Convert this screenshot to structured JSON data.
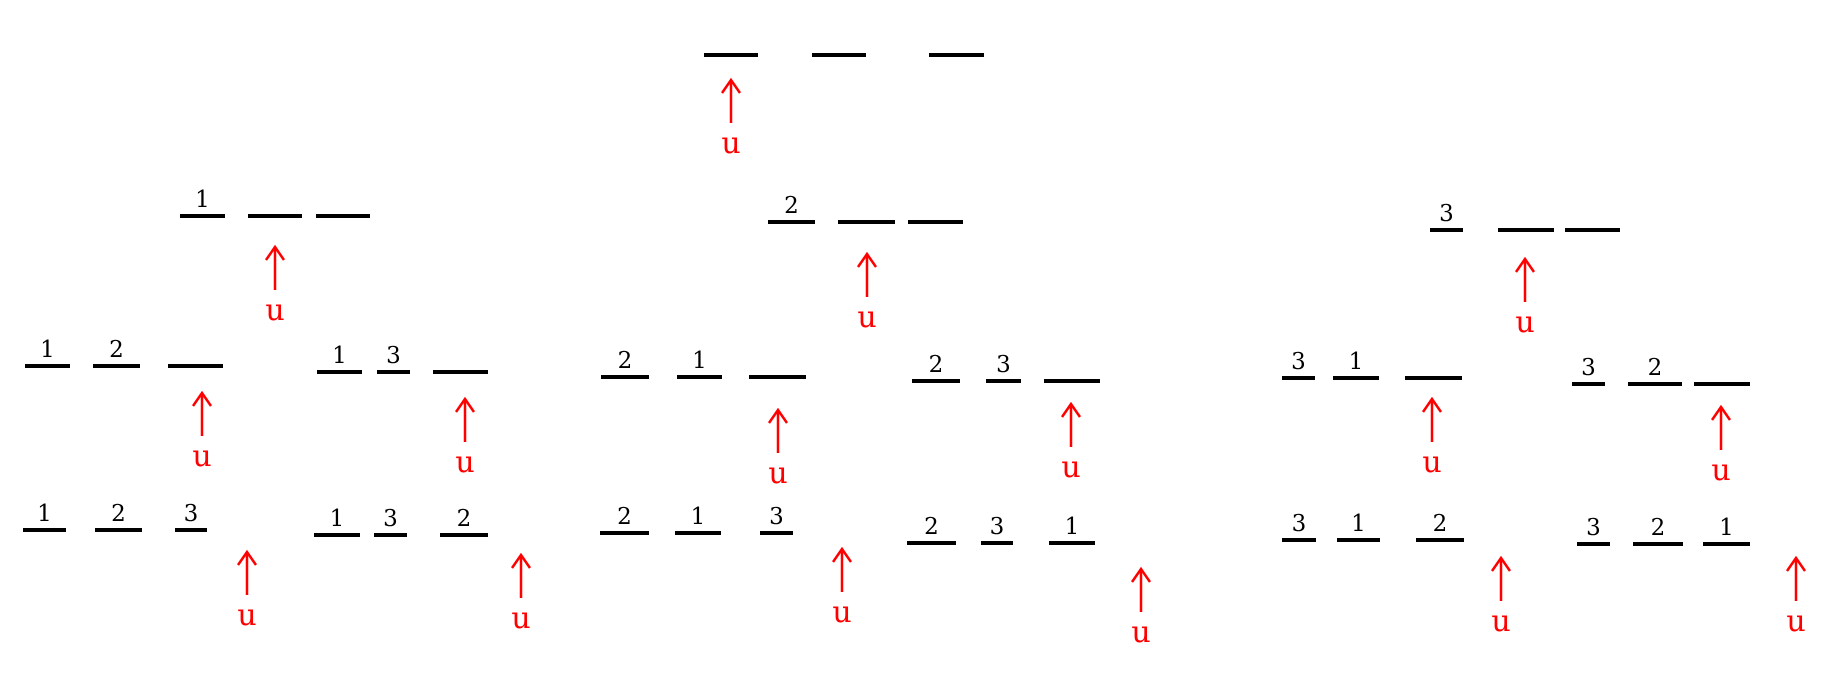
{
  "diagram": {
    "pointer_label": "u",
    "colors": {
      "slots": "#000000",
      "pointer": "#ff0000",
      "background": "#ffffff"
    },
    "nodes": [
      {
        "id": "root",
        "slots": [
          "",
          "",
          ""
        ],
        "pointer_at": 1
      },
      {
        "id": "n1",
        "slots": [
          "1",
          "",
          ""
        ],
        "pointer_at": 2
      },
      {
        "id": "n2",
        "slots": [
          "2",
          "",
          ""
        ],
        "pointer_at": 2
      },
      {
        "id": "n3",
        "slots": [
          "3",
          "",
          ""
        ],
        "pointer_at": 2
      },
      {
        "id": "n12",
        "slots": [
          "1",
          "2",
          ""
        ],
        "pointer_at": 3
      },
      {
        "id": "n13",
        "slots": [
          "1",
          "3",
          ""
        ],
        "pointer_at": 3
      },
      {
        "id": "n21",
        "slots": [
          "2",
          "1",
          ""
        ],
        "pointer_at": 3
      },
      {
        "id": "n23",
        "slots": [
          "2",
          "3",
          ""
        ],
        "pointer_at": 3
      },
      {
        "id": "n31",
        "slots": [
          "3",
          "1",
          ""
        ],
        "pointer_at": 3
      },
      {
        "id": "n32",
        "slots": [
          "3",
          "2",
          ""
        ],
        "pointer_at": 3
      },
      {
        "id": "n123",
        "slots": [
          "1",
          "2",
          "3"
        ],
        "pointer_at": 4
      },
      {
        "id": "n132",
        "slots": [
          "1",
          "3",
          "2"
        ],
        "pointer_at": 4
      },
      {
        "id": "n213",
        "slots": [
          "2",
          "1",
          "3"
        ],
        "pointer_at": 4
      },
      {
        "id": "n231",
        "slots": [
          "2",
          "3",
          "1"
        ],
        "pointer_at": 4
      },
      {
        "id": "n312",
        "slots": [
          "3",
          "1",
          "2"
        ],
        "pointer_at": 4
      },
      {
        "id": "n321",
        "slots": [
          "3",
          "2",
          "1"
        ],
        "pointer_at": 4
      }
    ]
  }
}
